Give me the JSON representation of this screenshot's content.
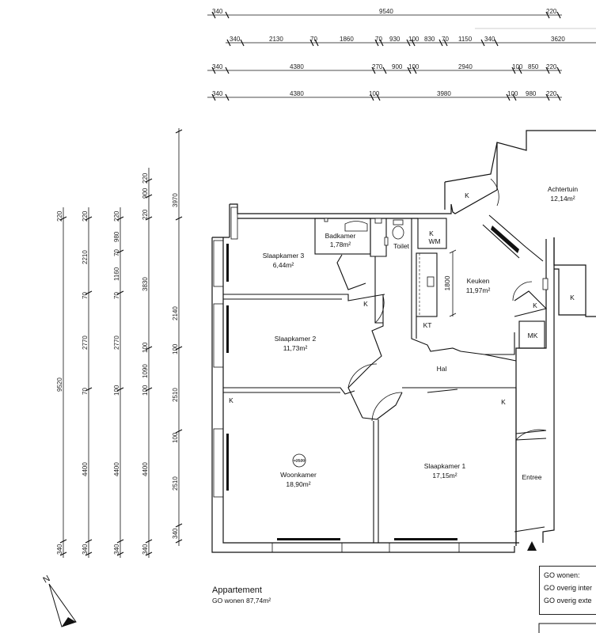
{
  "dims_top": {
    "row1": [
      "340",
      "9540",
      "220"
    ],
    "row2": [
      "340",
      "2130",
      "70",
      "1860",
      "70",
      "930",
      "100",
      "830",
      "70",
      "1150",
      "340",
      "3620"
    ],
    "row3": [
      "340",
      "4380",
      "270",
      "900",
      "100",
      "2940",
      "100",
      "850",
      "220"
    ],
    "row4": [
      "340",
      "4380",
      "100",
      "3980",
      "100",
      "980",
      "220"
    ]
  },
  "dims_left": {
    "col1": [
      "220",
      "9520",
      "340"
    ],
    "col2": [
      "220",
      "2210",
      "70",
      "2770",
      "70",
      "4400",
      "340"
    ],
    "col3": [
      "220",
      "70",
      "980",
      "1160",
      "70",
      "2770",
      "100",
      "4400",
      "340"
    ],
    "col4": [
      "220",
      "900",
      "220",
      "3830",
      "100",
      "1090",
      "100",
      "4400",
      "340"
    ],
    "col5": [
      "3970",
      "2140",
      "100",
      "2510",
      "100",
      "2510",
      "340"
    ]
  },
  "rooms": {
    "badkamer": {
      "name": "Badkamer",
      "area": "1,78m²"
    },
    "slaapkamer3": {
      "name": "Slaapkamer 3",
      "area": "6,44m²"
    },
    "slaapkamer2": {
      "name": "Slaapkamer 2",
      "area": "11,73m²"
    },
    "woonkamer": {
      "name": "Woonkamer",
      "area": "18,90m²"
    },
    "slaapkamer1": {
      "name": "Slaapkamer 1",
      "area": "17,15m²"
    },
    "keuken": {
      "name": "Keuken",
      "area": "11,97m²"
    },
    "achtertuin": {
      "name": "Achtertuin",
      "area": "12,14m²"
    },
    "toilet": "Toilet",
    "hal": "Hal",
    "entree": "Entree",
    "kt": "KT",
    "mk": "MK",
    "wm": "WM",
    "k": "K",
    "kitchen_len": "1800",
    "height_marker": "+2520"
  },
  "caption": {
    "title": "Appartement",
    "subtitle": "GO wonen 87,74m²"
  },
  "legend": {
    "rows": [
      "GO wonen:",
      "GO overig inter",
      "GO overig exte"
    ]
  },
  "north": "N"
}
